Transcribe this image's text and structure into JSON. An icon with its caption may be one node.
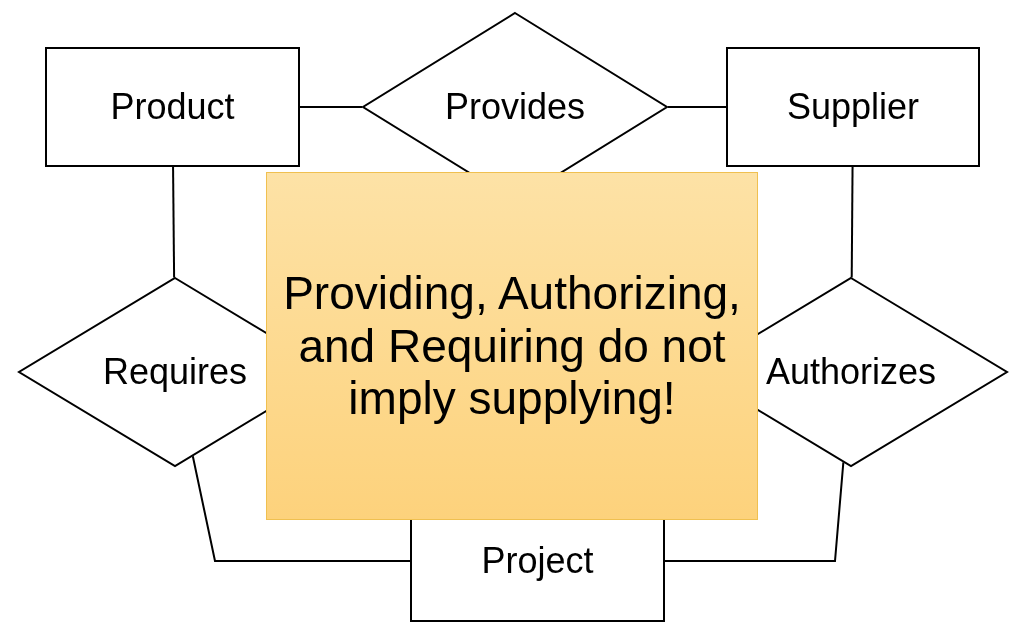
{
  "diagram": {
    "nodes": [
      {
        "text": [
          "Product"
        ]
      },
      {
        "text": [
          "Provides"
        ]
      },
      {
        "text": [
          "Supplier"
        ]
      },
      {
        "text": [
          "Requires"
        ]
      },
      {
        "text": [
          "Providing, Authorizing, and Requiring do not imply supplying!"
        ]
      },
      {
        "text": [
          "Authorizes"
        ]
      },
      {
        "text": [
          "Project"
        ]
      }
    ],
    "edges": [
      {
        "from": 0,
        "to": 1,
        "arrow": "none"
      },
      {
        "from": 1,
        "to": 2,
        "arrow": "none"
      },
      {
        "from": 0,
        "to": 3,
        "arrow": "none"
      },
      {
        "from": 3,
        "to": 6,
        "arrow": "none"
      },
      {
        "from": 2,
        "to": 5,
        "arrow": "none"
      },
      {
        "from": 5,
        "to": 6,
        "arrow": "none"
      }
    ]
  }
}
